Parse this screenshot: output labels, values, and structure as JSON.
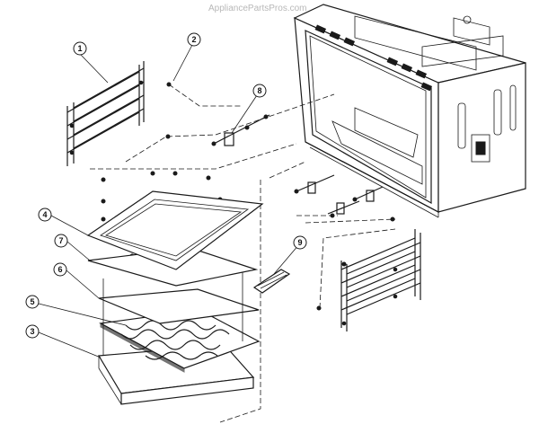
{
  "watermark": "AppliancePartsPros.com",
  "callouts": [
    {
      "id": "c1",
      "label": "1"
    },
    {
      "id": "c2",
      "label": "2"
    },
    {
      "id": "c3",
      "label": "3"
    },
    {
      "id": "c4",
      "label": "4"
    },
    {
      "id": "c5",
      "label": "5"
    },
    {
      "id": "c6",
      "label": "6"
    },
    {
      "id": "c7",
      "label": "7"
    },
    {
      "id": "c8",
      "label": "8"
    },
    {
      "id": "c9",
      "label": "9"
    }
  ]
}
